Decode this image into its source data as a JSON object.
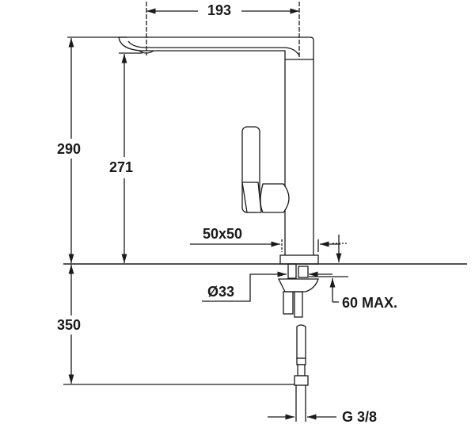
{
  "drawing": {
    "subject": "kitchen faucet technical drawing",
    "line_color": "#1a1a1a",
    "background": "#ffffff",
    "dimensions": {
      "spout_reach": "193",
      "total_height": "290",
      "spout_height": "271",
      "hose_length": "350",
      "base_size": "50x50",
      "hole_diameter": "Ø33",
      "max_counter_thickness": "60 MAX.",
      "connection_thread": "G 3/8"
    }
  }
}
